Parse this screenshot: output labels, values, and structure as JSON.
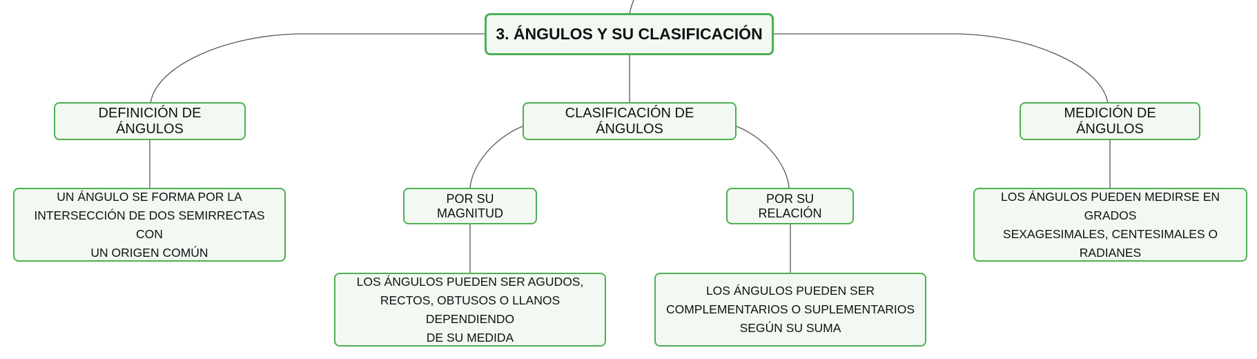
{
  "map": {
    "root": "3. ÁNGULOS Y SU CLASIFICACIÓN",
    "definicion": {
      "title": "DEFINICIÓN DE ÁNGULOS",
      "detail_lines": [
        "UN ÁNGULO SE FORMA POR LA",
        "INTERSECCIÓN DE DOS SEMIRRECTAS CON",
        "UN ORIGEN COMÚN"
      ]
    },
    "clasificacion": {
      "title": "CLASIFICACIÓN DE ÁNGULOS",
      "magnitud": {
        "title": "POR SU MAGNITUD",
        "detail_lines": [
          "LOS ÁNGULOS PUEDEN SER AGUDOS,",
          "RECTOS, OBTUSOS O LLANOS DEPENDIENDO",
          "DE SU MEDIDA"
        ]
      },
      "relacion": {
        "title": "POR SU RELACIÓN",
        "detail_lines": [
          "LOS ÁNGULOS PUEDEN SER",
          "COMPLEMENTARIOS O SUPLEMENTARIOS",
          "SEGÚN SU SUMA"
        ]
      }
    },
    "medicion": {
      "title": "MEDICIÓN DE ÁNGULOS",
      "detail_lines": [
        "LOS ÁNGULOS PUEDEN MEDIRSE EN GRADOS",
        "SEXAGESIMALES, CENTESIMALES O RADIANES"
      ]
    }
  },
  "colors": {
    "node_border": "#4caf50",
    "node_fill": "#f2f8f2",
    "connector": "#555555"
  }
}
